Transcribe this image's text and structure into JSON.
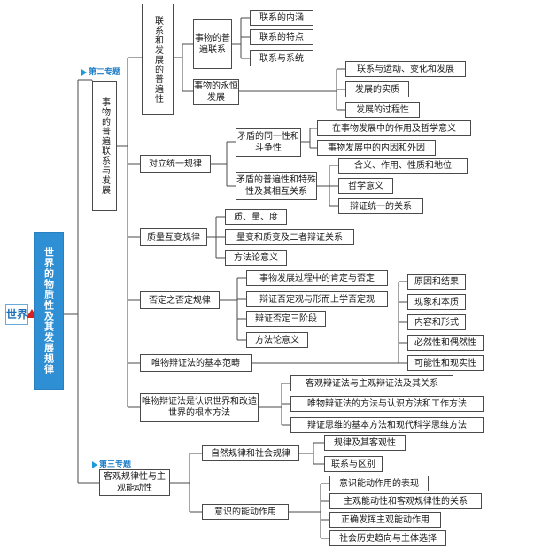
{
  "root": "世界",
  "main": "世界的物质性及其发展规律",
  "tags": {
    "unit2": "第二专题",
    "unit3": "第三专题"
  },
  "universal": {
    "label": "事物的普遍联系与发展",
    "link_group": {
      "label": "联系和发展的普遍性",
      "link": {
        "label": "事物的普遍联系",
        "items": [
          "联系的内涵",
          "联系的特点",
          "联系与系统"
        ]
      },
      "dev": {
        "label": "事物的永恒发展",
        "items": [
          "联系与运动、变化和发展",
          "发展的实质",
          "发展的过程性"
        ]
      }
    },
    "contradiction": {
      "label": "对立统一规律",
      "identity": {
        "label": "矛盾的同一性和斗争性",
        "items": [
          "在事物发展中的作用及哲学意义",
          "事物发展中的内因和外因"
        ]
      },
      "universality": {
        "label": "矛盾的普遍性和特殊性及其相互关系",
        "items": [
          "含义、作用、性质和地位",
          "哲学意义",
          "辩证统一的关系"
        ]
      }
    },
    "quality": {
      "label": "质量互变规律",
      "items": [
        "质、量、度",
        "量变和质变及二者辩证关系",
        "方法论意义"
      ]
    },
    "negation": {
      "label": "否定之否定规律",
      "items": [
        "事物发展过程中的肯定与否定",
        "辩证否定观与形而上学否定观",
        "辩证否定三阶段",
        "方法论意义"
      ]
    },
    "categories": {
      "label": "唯物辩证法的基本范畴",
      "items": [
        "原因和结果",
        "现象和本质",
        "内容和形式",
        "必然性和偶然性",
        "可能性和现实性"
      ]
    },
    "method": {
      "label": "唯物辩证法是认识世界和改造世界的根本方法",
      "items": [
        "客观辩证法与主观辩证法及其关系",
        "唯物辩证法的方法与认识方法和工作方法",
        "辩证思维的基本方法和现代科学思维方法"
      ]
    }
  },
  "objective": {
    "label": "客观规律性与主观能动性",
    "natural": {
      "label": "自然规律和社会规律",
      "items": [
        "规律及其客观性",
        "联系与区别"
      ]
    },
    "agency": {
      "label": "意识的能动作用",
      "items": [
        "意识能动作用的表现",
        "主观能动性和客观规律性的关系",
        "正确发挥主观能动作用",
        "社会历史趋向与主体选择"
      ]
    }
  }
}
